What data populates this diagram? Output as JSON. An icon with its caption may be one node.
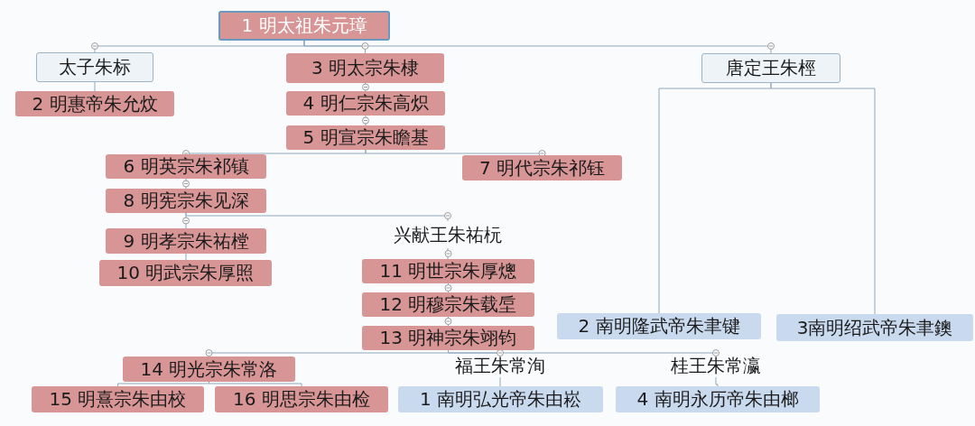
{
  "diagram": {
    "nodes": [
      {
        "text": [
          "1 明太祖朱元璋"
        ]
      },
      {
        "text": [
          "太子朱标"
        ]
      },
      {
        "text": [
          "3 明太宗朱棣"
        ]
      },
      {
        "text": [
          "唐定王朱桱"
        ]
      },
      {
        "text": [
          "2 明惠帝朱允炆"
        ]
      },
      {
        "text": [
          "4 明仁宗朱高炽"
        ]
      },
      {
        "text": [
          "5 明宣宗朱瞻基"
        ]
      },
      {
        "text": [
          "6 明英宗朱祁镇"
        ]
      },
      {
        "text": [
          "7 明代宗朱祁钰"
        ]
      },
      {
        "text": [
          "8 明宪宗朱见深"
        ]
      },
      {
        "text": [
          "9 明孝宗朱祐樘"
        ]
      },
      {
        "text": [
          "兴献王朱祐杬"
        ]
      },
      {
        "text": [
          "10 明武宗朱厚照"
        ]
      },
      {
        "text": [
          "11 明世宗朱厚熜"
        ]
      },
      {
        "text": [
          "12 明穆宗朱载垕"
        ]
      },
      {
        "text": [
          "13 明神宗朱翊钧"
        ]
      },
      {
        "text": [
          "2 南明隆武帝朱聿键"
        ]
      },
      {
        "text": [
          "3南明绍武帝朱聿鐭"
        ]
      },
      {
        "text": [
          "14 明光宗朱常洛"
        ]
      },
      {
        "text": [
          "福王朱常洵"
        ]
      },
      {
        "text": [
          "桂王朱常瀛"
        ]
      },
      {
        "text": [
          "15 明熹宗朱由校"
        ]
      },
      {
        "text": [
          "16 明思宗朱由检"
        ]
      },
      {
        "text": [
          "1 南明弘光帝朱由崧"
        ]
      },
      {
        "text": [
          "4 南明永历帝朱由榔"
        ]
      }
    ],
    "edges": [
      {
        "from": 0,
        "to": 1,
        "arrow": "none"
      },
      {
        "from": 0,
        "to": 2,
        "arrow": "none"
      },
      {
        "from": 0,
        "to": 3,
        "arrow": "none"
      },
      {
        "from": 1,
        "to": 4,
        "arrow": "none"
      },
      {
        "from": 2,
        "to": 5,
        "arrow": "none"
      },
      {
        "from": 5,
        "to": 6,
        "arrow": "none"
      },
      {
        "from": 6,
        "to": 7,
        "arrow": "none"
      },
      {
        "from": 6,
        "to": 8,
        "arrow": "none"
      },
      {
        "from": 7,
        "to": 9,
        "arrow": "none"
      },
      {
        "from": 9,
        "to": 10,
        "arrow": "none"
      },
      {
        "from": 9,
        "to": 11,
        "arrow": "none"
      },
      {
        "from": 10,
        "to": 12,
        "arrow": "none"
      },
      {
        "from": 11,
        "to": 13,
        "arrow": "none"
      },
      {
        "from": 13,
        "to": 14,
        "arrow": "none"
      },
      {
        "from": 14,
        "to": 15,
        "arrow": "none"
      },
      {
        "from": 15,
        "to": 18,
        "arrow": "none"
      },
      {
        "from": 15,
        "to": 19,
        "arrow": "none"
      },
      {
        "from": 15,
        "to": 20,
        "arrow": "none"
      },
      {
        "from": 18,
        "to": 21,
        "arrow": "none"
      },
      {
        "from": 18,
        "to": 22,
        "arrow": "none"
      },
      {
        "from": 19,
        "to": 23,
        "arrow": "none"
      },
      {
        "from": 20,
        "to": 24,
        "arrow": "none"
      },
      {
        "from": 3,
        "to": 16,
        "arrow": "none"
      },
      {
        "from": 3,
        "to": 17,
        "arrow": "none"
      }
    ]
  }
}
